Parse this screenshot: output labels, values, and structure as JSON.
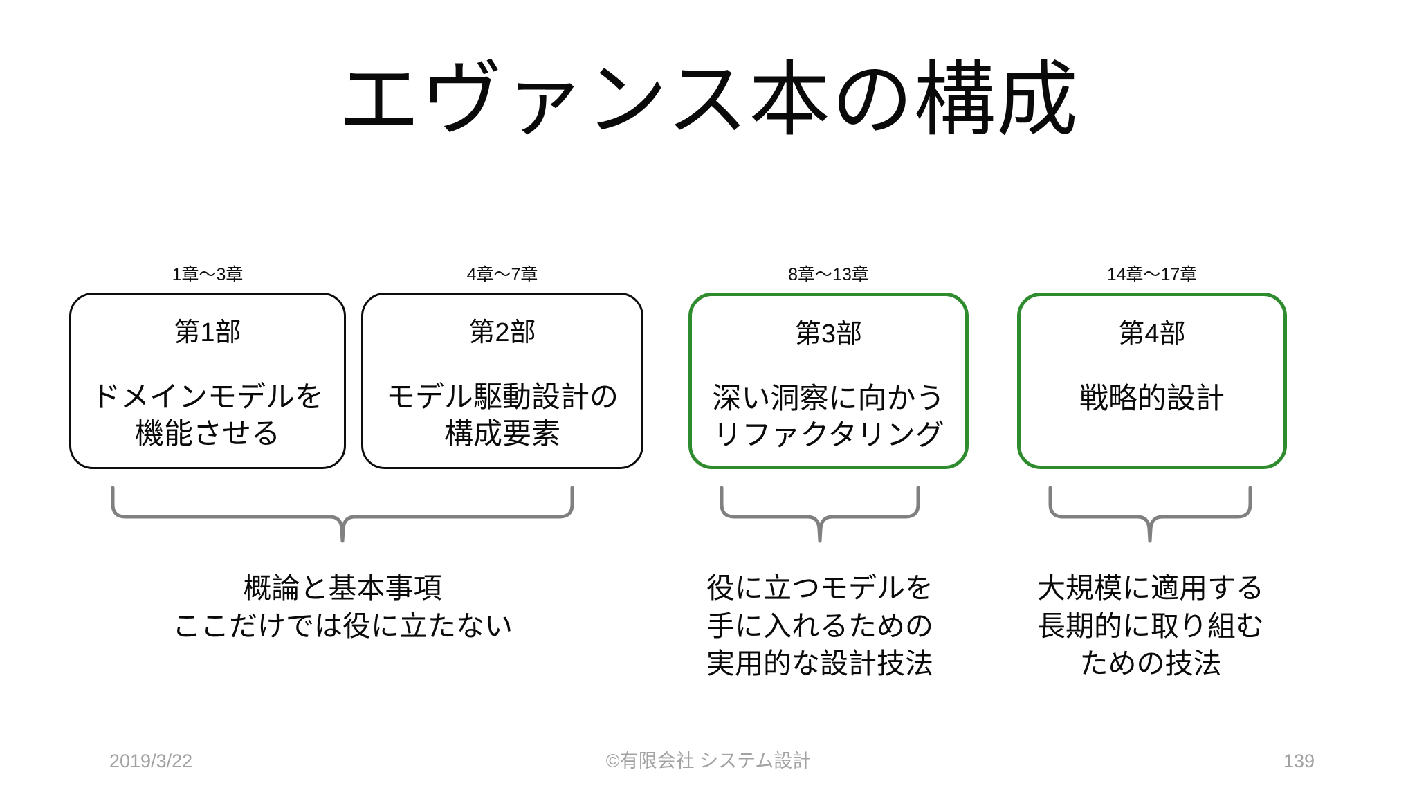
{
  "slide": {
    "title": "エヴァンス本の構成",
    "accent_color": "#2e8b2e",
    "default_border_color": "#0d0d0d",
    "brace_color": "#808080",
    "footer_color": "#a2a2a2"
  },
  "parts": [
    {
      "chapter_range": "1章〜3章",
      "label": "第1部",
      "title_line1": "ドメインモデルを",
      "title_line2": "機能させる",
      "highlighted": false
    },
    {
      "chapter_range": "4章〜7章",
      "label": "第2部",
      "title_line1": "モデル駆動設計の",
      "title_line2": "構成要素",
      "highlighted": false
    },
    {
      "chapter_range": "8章〜13章",
      "label": "第3部",
      "title_line1": "深い洞察に向かう",
      "title_line2": "リファクタリング",
      "highlighted": true
    },
    {
      "chapter_range": "14章〜17章",
      "label": "第4部",
      "title_line1": "戦略的設計",
      "title_line2": "",
      "highlighted": true
    }
  ],
  "groups": [
    {
      "line1": "概論と基本事項",
      "line2": "ここだけでは役に立たない",
      "line3": ""
    },
    {
      "line1": "役に立つモデルを",
      "line2": "手に入れるための",
      "line3": "実用的な設計技法"
    },
    {
      "line1": "大規模に適用する",
      "line2": "長期的に取り組む",
      "line3": "ための技法"
    }
  ],
  "footer": {
    "date": "2019/3/22",
    "copyright": "©有限会社 システム設計",
    "page_number": "139"
  }
}
